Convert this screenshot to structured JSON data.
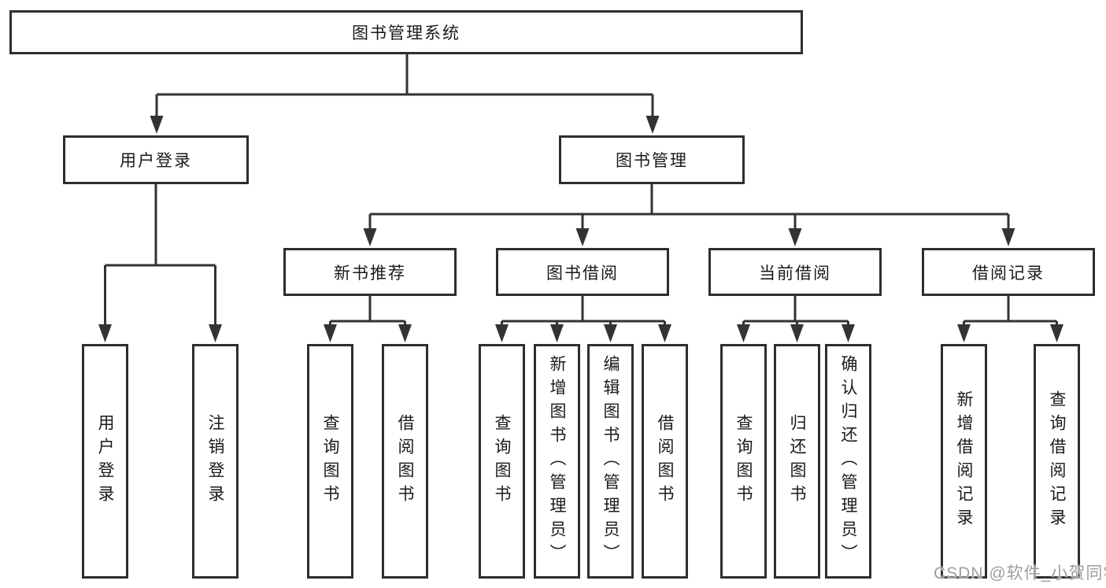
{
  "diagram": {
    "root": "图书管理系统",
    "level2": {
      "left": "用户登录",
      "right": "图书管理"
    },
    "level3": [
      "新书推荐",
      "图书借阅",
      "当前借阅",
      "借阅记录"
    ],
    "leaves": {
      "user": [
        "用户登录",
        "注销登录"
      ],
      "recommend": [
        "查询图书",
        "借阅图书"
      ],
      "borrow": [
        "查询图书",
        "新增图书（管理员）",
        "编辑图书（管理员）",
        "借阅图书"
      ],
      "current": [
        "查询图书",
        "归还图书",
        "确认归还（管理员）"
      ],
      "records": [
        "新增借阅记录",
        "查询借阅记录"
      ]
    }
  },
  "watermark": "CSDN @软件_小贺同学",
  "colors": {
    "line": "#333333",
    "box_border": "#2e2e2e",
    "text": "#1a1a1a",
    "background": "#ffffff",
    "watermark": "#9e9e9e"
  }
}
